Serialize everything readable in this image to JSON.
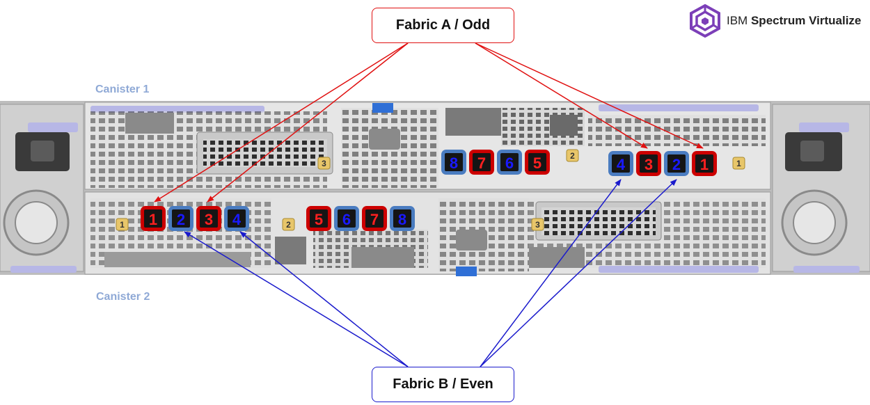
{
  "fabric_a": {
    "label": "Fabric A / Odd",
    "color": "#e01010"
  },
  "fabric_b": {
    "label": "Fabric B / Even",
    "color": "#1a1acc"
  },
  "canister_1": {
    "label": "Canister 1"
  },
  "canister_2": {
    "label": "Canister 2"
  },
  "logo": {
    "brand": "IBM",
    "product": "Spectrum Virtualize",
    "icon": "ibm-spectrum-hexagon-icon",
    "color": "#7c3fb8"
  },
  "colors": {
    "odd_port": "#cc0000",
    "even_port": "#4a7cc0",
    "slot_badge": "#e8c66a",
    "port_digit_odd": "#ff2020",
    "port_digit_even": "#1a1aff"
  },
  "canister_1_slots": [
    {
      "slot": "3",
      "ports": []
    },
    {
      "slot": "2",
      "ports": [
        "8",
        "7",
        "6",
        "5"
      ]
    },
    {
      "slot": "1",
      "ports": [
        "4",
        "3",
        "2",
        "1"
      ]
    }
  ],
  "canister_2_slots": [
    {
      "slot": "1",
      "ports": [
        "1",
        "2",
        "3",
        "4"
      ]
    },
    {
      "slot": "2",
      "ports": [
        "5",
        "6",
        "7",
        "8"
      ]
    },
    {
      "slot": "3",
      "ports": []
    }
  ]
}
